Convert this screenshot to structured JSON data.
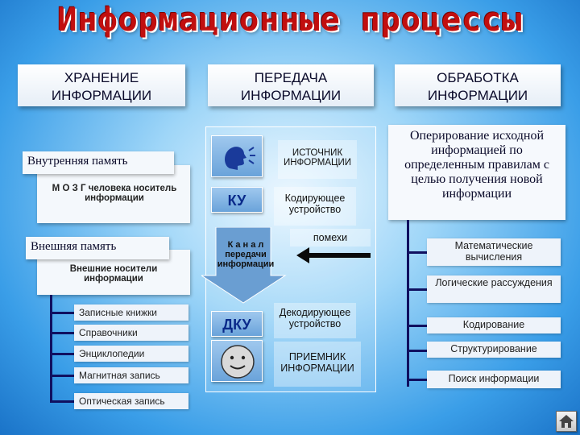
{
  "title": "Информационные процессы",
  "headers": {
    "storage": "ХРАНЕНИЕ ИНФОРМАЦИИ",
    "transfer": "ПЕРЕДАЧА ИНФОРМАЦИИ",
    "processing": "ОБРАБОТКА ИНФОРМАЦИИ"
  },
  "storage": {
    "internal_label": "Внутренняя память",
    "internal_desc": "М О З Г человека носитель информации",
    "external_label": "Внешняя память",
    "external_desc": "Внешние носители информации",
    "media": [
      "Записные книжки",
      "Справочники",
      "Энциклопедии",
      "Магнитная запись",
      "Оптическая запись"
    ]
  },
  "transfer": {
    "source": "ИСТОЧНИК ИНФОРМАЦИИ",
    "ku": "КУ",
    "encoder": "Кодирующее устройство",
    "noise": "помехи",
    "channel": "К а н а л передачи информации",
    "dku": "ДКУ",
    "decoder": "Декодирующее устройство",
    "receiver": "ПРИЕМНИК ИНФОРМАЦИИ"
  },
  "processing": {
    "definition": "Оперирование исходной информацией по определенным правилам с целью получения новой информации",
    "items": [
      "Математические вычисления",
      "Логические рассуждения",
      "Кодирование",
      "Структурирование",
      "Поиск информации"
    ]
  }
}
